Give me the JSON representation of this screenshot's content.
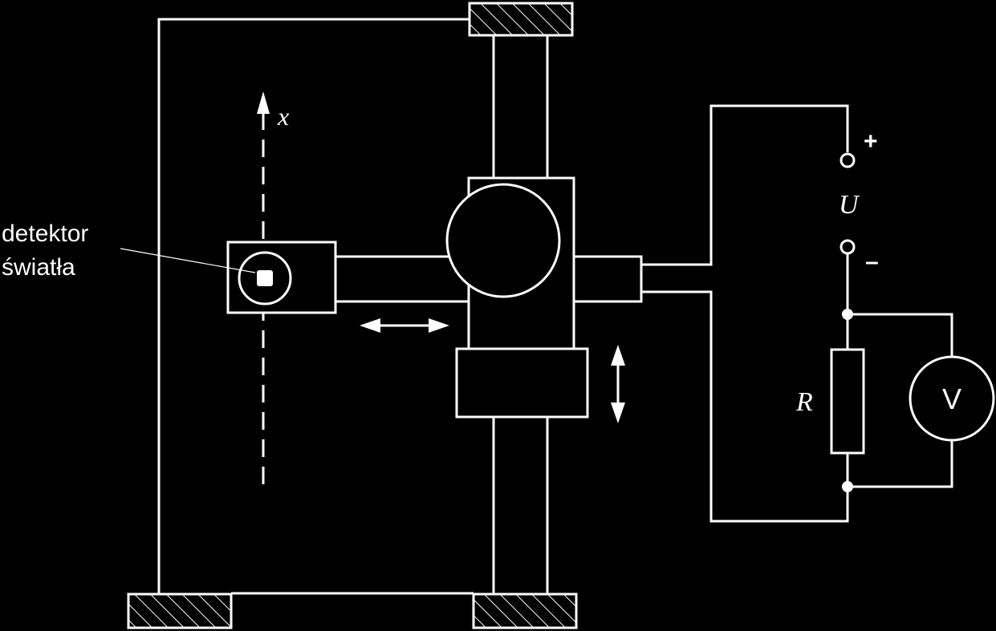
{
  "diagram": {
    "labels": {
      "detector_line1": "detektor",
      "detector_line2": "światła",
      "axis_x": "x",
      "voltage": "U",
      "plus": "+",
      "minus": "–",
      "resistor": "R",
      "voltmeter": "V"
    },
    "colors": {
      "background": "#000000",
      "foreground": "#ffffff"
    }
  }
}
